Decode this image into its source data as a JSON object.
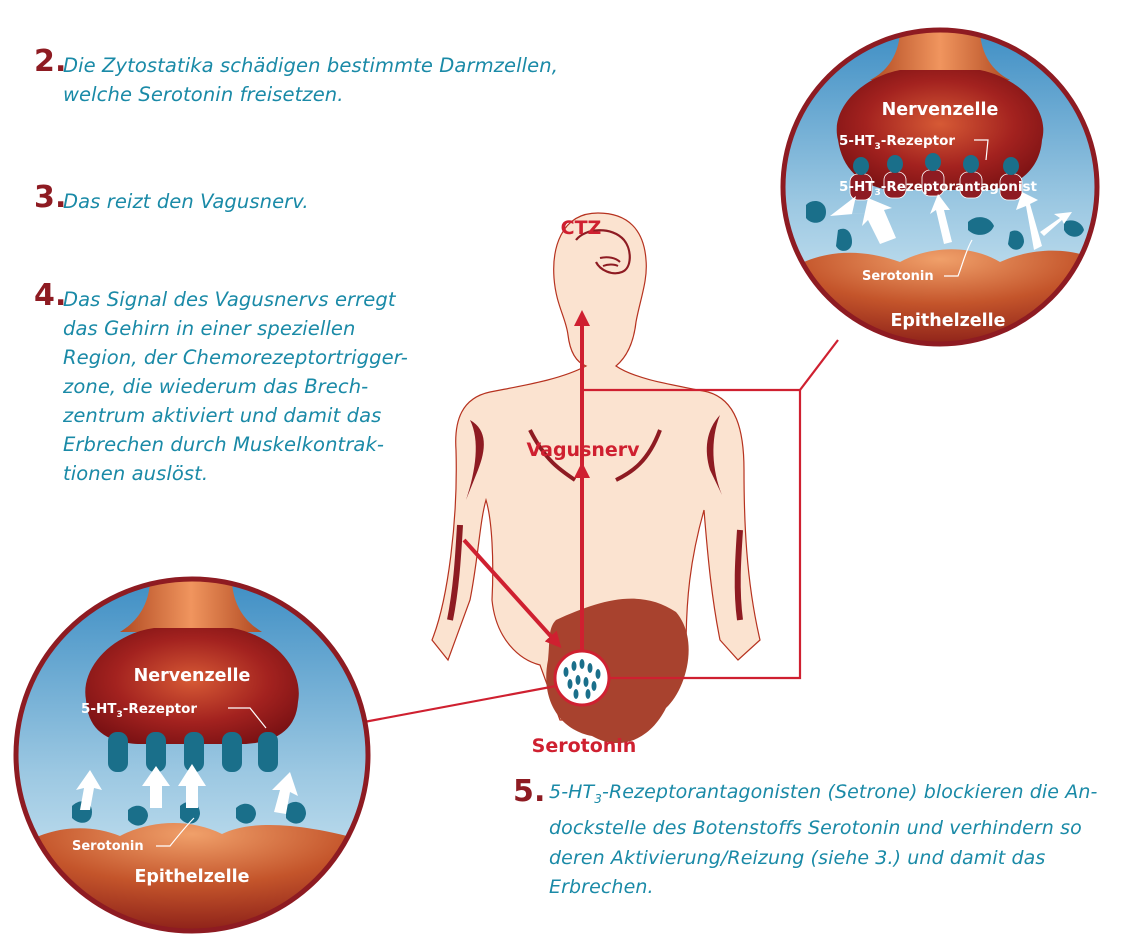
{
  "steps": {
    "s2": {
      "number": "2.",
      "text": "Die Zytostatika schädigen bestimmte Darmzellen,\nwelche Serotonin freisetzen."
    },
    "s3": {
      "number": "3.",
      "text": "Das reizt den Vagusnerv."
    },
    "s4": {
      "number": "4.",
      "text": "Das Signal des Vagusnervs erregt\ndas Gehirn in einer speziellen\nRegion, der Chemorezeptortrigger-\nzone, die wiederum das Brech-\nzentrum aktiviert und damit das\nErbrechen durch Muskelkontrak-\ntionen auslöst."
    },
    "s5": {
      "number": "5.",
      "text_pre": "5-HT",
      "text_sub": "3",
      "text_post": "-Rezeptorantagonisten (Setrone) blockieren die An-\ndockstelle des Botenstoffs Serotonin und verhindern so\nderen Aktivierung/Reizung (siehe 3.) und damit das Erbrechen."
    }
  },
  "body_labels": {
    "ctz": "CTZ",
    "vagus": "Vagusnerv",
    "serotonin": "Serotonin"
  },
  "circle_top": {
    "nerve": "Nervenzelle",
    "receptor_pre": "5-HT",
    "receptor_sub": "3",
    "receptor_post": "-Rezeptor",
    "antagonist_pre": "5-HT",
    "antagonist_sub": "3",
    "antagonist_post": "-Rezeptorantagonist",
    "serotonin": "Serotonin",
    "epithel": "Epithelzelle"
  },
  "circle_bottom": {
    "nerve": "Nervenzelle",
    "receptor_pre": "5-HT",
    "receptor_sub": "3",
    "receptor_post": "-Rezeptor",
    "serotonin": "Serotonin",
    "epithel": "Epithelzelle"
  },
  "colors": {
    "step_text": "#1a8aa7",
    "step_number": "#8e1b22",
    "accent_red": "#cf2030",
    "dark_red": "#8e1b22",
    "skin": "#fbe3d0",
    "stomach": "#a8422e",
    "receptor_teal": "#1a6f8a"
  }
}
